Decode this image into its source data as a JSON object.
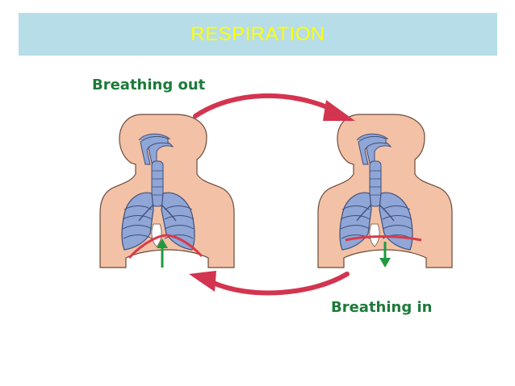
{
  "title": "RESPIRATION",
  "labels": {
    "breathing_out": "Breathing out",
    "breathing_in": "Breathing in"
  },
  "colors": {
    "title_bar": "#b7dde8",
    "title_text": "#ffff00",
    "label_text": "#1d7a3a",
    "cycle_arrow": "#d3344f",
    "diaphragm_arrow": "#1f9a3e",
    "skin": "#f3c1a6",
    "airway": "#8fa6d6",
    "diaphragm": "#d93a4a"
  },
  "figures": [
    {
      "state": "breathing out",
      "diaphragm_movement": "up"
    },
    {
      "state": "breathing in",
      "diaphragm_movement": "down"
    }
  ]
}
